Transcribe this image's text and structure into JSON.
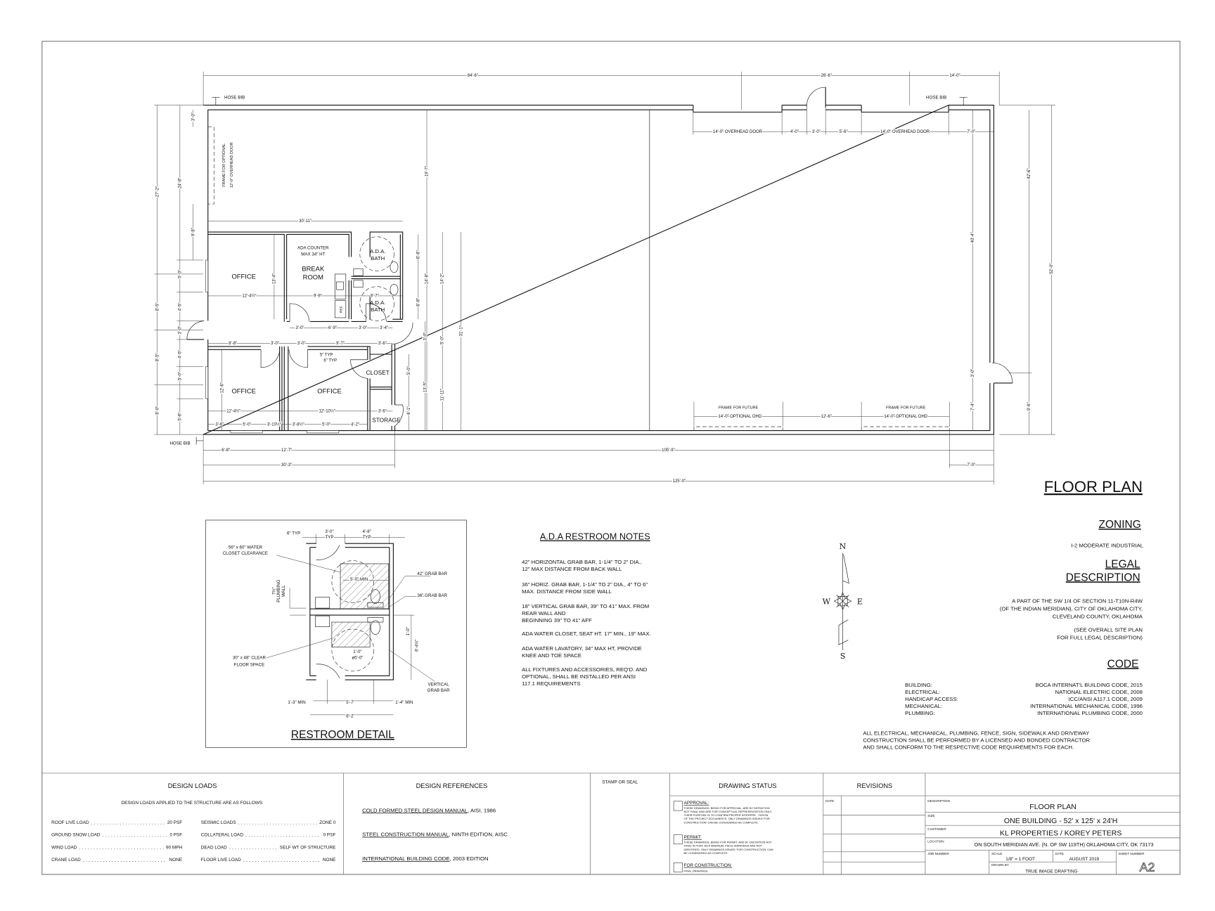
{
  "plan": {
    "title": "FLOOR PLAN",
    "labels": {
      "hose_bib_1": "HOSE BIB",
      "hose_bib_2": "HOSE BIB",
      "hose_bib_3": "HOSE BIB",
      "frame_optional_1": "FRAME FOR OPTIONAL",
      "frame_optional_2": "12'-0\" OVERHEAD DOOR",
      "office_1": "OFFICE",
      "office_2": "OFFICE",
      "office_3": "OFFICE",
      "break_room_1": "BREAK",
      "break_room_2": "ROOM",
      "ada_counter_1": "ADA COUNTER",
      "ada_counter_2": "MAX 34\" HT",
      "bath_1a": "A.D.A.",
      "bath_1b": "BATH",
      "bath_2a": "A.D.A.",
      "bath_2b": "BATH",
      "ref": "REF.",
      "closet": "CLOSET",
      "storage": "STORAGE",
      "frame_future_1": "FRAME FOR FUTURE",
      "frame_future_2": "FRAME FOR FUTURE"
    },
    "dims": [
      "84'-6\"",
      "26'-6\"",
      "14'-0\"",
      "14'-0\" OVERHEAD DOOR",
      "4'-0\"",
      "3'-0\"",
      "5'-6\"",
      "14'-0\" OVERHEAD DOOR",
      "7'-0\"",
      "27'-2\"",
      "24'-8\"",
      "3'-0\"",
      "9'-8\"",
      "5'-0\"",
      "4'-5\"",
      "3'-0\"",
      "4'-5\"",
      "5'-0\"",
      "5'-6\"",
      "8'-5\"",
      "8'-5\"",
      "8'-0\"",
      "30'-11\"",
      "19'-7\"",
      "13'-4\"",
      "12'-4½\"",
      "9'-9\"",
      "8'-7\"",
      "6'-8\"",
      "6'-8\"",
      "14'-8\"",
      "14'-2\"",
      "31'-1\"",
      "3'-0\"",
      "6'-9\"",
      "3'-0\"",
      "3'-4\"",
      "8'-8\"",
      "3'-0\"",
      "3'-0\"",
      "9'-7\"",
      "3'-6\"",
      "5\" TYP",
      "6\" TYP",
      "12'-6\"",
      "12'-4½\"",
      "12'-10½\"",
      "3'-6\"",
      "3'-6\"",
      "5'-0\"",
      "3'-10½\"",
      "3'-8½\"",
      "5'-0\"",
      "4'-2\"",
      "3'-0\"",
      "5'-0\"",
      "13'-5\"",
      "11'-11\"",
      "5'-0\"",
      "6'-1\"",
      "6'-8\"",
      "12'-7\"",
      "105'-9\"",
      "30'-3\"",
      "7'-0\"",
      "125'-0\"",
      "40'-4\"",
      "42'-6\"",
      "52'-0\"",
      "3'-0\"",
      "7'-4\"",
      "9'-6\"",
      "12'-6\"",
      "14'-0\" OPTIONAL OHD",
      "14'-0\" OPTIONAL OHD"
    ]
  },
  "restroom_detail": {
    "title": "RESTROOM DETAIL",
    "labels": [
      "6\" TYP",
      "3'-0\"",
      "TYP",
      "4'-8\"",
      "TYP",
      "56\" x 60\" WATER",
      "CLOSET CLEARANCE",
      "7½\"",
      "PLUMBING",
      "WALL",
      "5'-0\" MIN",
      "42\" GRAB BAR",
      "36\" GRAB BAR",
      "1'-0\"",
      "6'-4½\"",
      "30\" x 48\" CLEAR",
      "FLOOR SPACE",
      "1'-0\"",
      "ø5'-0\"",
      "VERTICAL",
      "GRAB BAR",
      "1'-3\" MIN",
      "5'-7\"",
      "1'-4\" MIN",
      "8'-2\""
    ]
  },
  "ada_notes": {
    "title": "A.D.A RESTROOM NOTES",
    "lines": [
      "42\" HORIZONTAL GRAB BAR, 1-1/4\" TO 2\" DIA.,",
      "12\" MAX DISTANCE FROM BACK WALL",
      "36\" HORIZ. GRAB BAR, 1-1/4\" TO 2\" DIA., 4\" TO 6\"",
      "MAX. DISTANCE FROM SIDE WALL",
      "18\" VERTICAL GRAB BAR, 39\" TO 41\" MAX. FROM",
      "REAR WALL AND",
      "BEGINNING 39\" TO 41\"  AFF",
      "ADA WATER CLOSET, SEAT HT. 17\" MIN., 19\" MAX.",
      "ADA WATER LAVATORY, 34\" MAX HT, PROVIDE",
      "KNEE AND TOE SPACE",
      "ALL FIXTURES AND ACCESSORIES, REQ'D. AND",
      "OPTIONAL, SHALL BE INSTALLED PER ANSI",
      "117.1 REQUIREMENTS"
    ]
  },
  "compass": {
    "n": "N",
    "s": "S",
    "e": "E",
    "w": "W"
  },
  "zoning": {
    "heading": "ZONING",
    "value": "I-2 MODERATE INDUSTRIAL"
  },
  "legal": {
    "heading_1": "LEGAL",
    "heading_2": "DESCRIPTION",
    "lines": [
      "A PART OF THE SW 1/4 OF SECTION 11-T10N-R4W",
      "(OF THE INDIAN MERIDIAN), CITY OF OKLAHOMA CITY,",
      "CLEVELAND COUNTY, OKLAHOMA"
    ],
    "see_lines": [
      "(SEE OVERALL SITE PLAN",
      "FOR FULL LEGAL DESCRIPTION)"
    ]
  },
  "code": {
    "heading": "CODE",
    "items": [
      {
        "label": "BUILDING:",
        "value": "BOCA INTERNAT'L BUILDING CODE, 2015"
      },
      {
        "label": "ELECTRICAL:",
        "value": "NATIONAL ELECTRIC CODE, 2008"
      },
      {
        "label": "HANDICAP ACCESS:",
        "value": "ICC/ANSI A117.1 CODE, 2009"
      },
      {
        "label": "MECHANICAL:",
        "value": "INTERNATIONAL MECHANICAL CODE, 1996"
      },
      {
        "label": "PLUMBING:",
        "value": "INTERNATIONAL PLUMBING CODE, 2000"
      }
    ],
    "paragraph": [
      "ALL ELECTRICAL, MECHANICAL, PLUMBING, FENCE, SIGN, SIDEWALK AND DRIVEWAY",
      "CONSTRUCTION SHALL BE PERFORMED BY A LICENSED AND BONDED CONTRACTOR",
      "AND SHALL CONFORM TO THE RESPECTIVE CODE REQUIREMENTS FOR EACH."
    ]
  },
  "title_block": {
    "design_loads": {
      "heading": "DESIGN LOADS",
      "intro": "DESIGN LOADS APPLIED TO THE STRUCTURE ARE AS FOLLOWS:",
      "items": [
        {
          "label": "ROOF LIVE LOAD",
          "value": "20 PSF"
        },
        {
          "label": "SEISMIC LOADS",
          "value": "ZONE 0"
        },
        {
          "label": "GROUND SNOW LOAD",
          "value": "0 PSF"
        },
        {
          "label": "COLLATERAL LOAD",
          "value": "0 PSF"
        },
        {
          "label": "WIND LOAD",
          "value": "90 MPH"
        },
        {
          "label": "DEAD LOAD",
          "value": "SELF WT OF STRUCTURE"
        },
        {
          "label": "CRANE LOAD",
          "value": "NONE"
        },
        {
          "label": "FLOOR LIVE LOAD",
          "value": "NONE"
        }
      ]
    },
    "design_references": {
      "heading": "DESIGN REFERENCES",
      "items": [
        {
          "title": "COLD FORMED STEEL DESIGN MANUAL",
          "suffix": ",   AISI, 1986"
        },
        {
          "title": "STEEL CONSTRUCTION MANUAL",
          "suffix": ",   NINTH EDITION, AISC"
        },
        {
          "title": "INTERNATIONAL BUILDING CODE",
          "suffix": ",   2003 EDITION"
        }
      ]
    },
    "stamp": "STAMP OR SEAL",
    "drawing_status": {
      "heading": "DRAWING STATUS",
      "approval": {
        "label": "APPROVAL:",
        "lines": [
          "THESE DRAWINGS, BEING FOR APPROVAL, ARE BY DEFINITION",
          "NOT FINAL AND ARE FOR CONCEPTUAL REPRESENTATION ONLY.",
          "THEIR PURPOSE IS TO CONFIRM PROPER INTERPRE - TATION",
          "OF THE PROJECT DOCUMENTS.  ONLY DRAWINGS ISSUED 'FOR",
          "CONSTRUCTION' CAN BE CONSIDERED AS COMPLETE."
        ]
      },
      "permit": {
        "label": "PERMIT:",
        "lines": [
          "THESE DRAWINGS, BEING FOR PERMIT, ARE BY DEFINITION NOT",
          "FINAL IN THAT, AS A MINIMUM, PIECE MARKINGS ARE NOT",
          "IDENTIFIED.  ONLY DRAWINGS ISSUED 'FOR CONSTRUCTION' CAN",
          "BE CONSIDERED AS COMPLETE."
        ]
      },
      "construction": {
        "label": "FOR CONSTRUCTION:",
        "lines": [
          "FINAL DRAWINGS."
        ]
      }
    },
    "revisions": {
      "heading": "REVISIONS",
      "date_label": "DATE"
    },
    "info": {
      "description_label": "DESCRIPTION",
      "description": "FLOOR PLAN",
      "size_label": "SIZE",
      "size": "ONE BUILDING - 52' x 125' x 24'H",
      "customer_label": "CUSTOMER",
      "customer": "KL PROPERTIES / KOREY PETERS",
      "location_label": "LOCATION",
      "location": "ON SOUTH MERIDIAN AVE. (N. OF SW 119TH)  OKLAHOMA CITY, OK 73173",
      "job_number_label": "JOB NUMBER",
      "scale_label": "SCALE",
      "scale": "1/8\" = 1 FOOT",
      "date_label": "DATE",
      "date": "AUGUST 2019",
      "sheet_label": "SHEET NUMBER",
      "sheet": "A2",
      "drawn_by_label": "DRAWN BY",
      "drawn_by": "TRUE IMAGE DRAFTING"
    }
  }
}
